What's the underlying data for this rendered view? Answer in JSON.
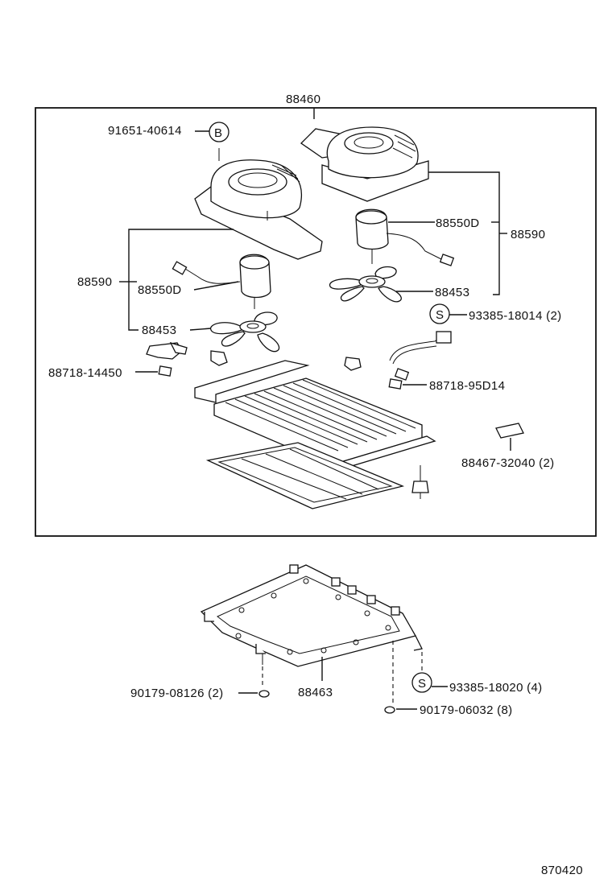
{
  "labels": {
    "assembly": "88460",
    "screw_b": "91651-40614",
    "mark_b": "B",
    "unit_left": "88590",
    "motor_left": "88550D",
    "fan_left": "88453",
    "clip_left": "88718-14450",
    "motor_right": "88550D",
    "unit_right": "88590",
    "fan_right": "88453",
    "mark_s1": "S",
    "screw_s1": "93385-18014 (2)",
    "clip_right": "88718-95D14",
    "plug": "88467-32040 (2)",
    "bracket": "88463",
    "nut_left": "90179-08126 (2)",
    "mark_s2": "S",
    "screw_s2": "93385-18020 (4)",
    "nut_right": "90179-06032 (8)",
    "figure_code": "870420"
  }
}
